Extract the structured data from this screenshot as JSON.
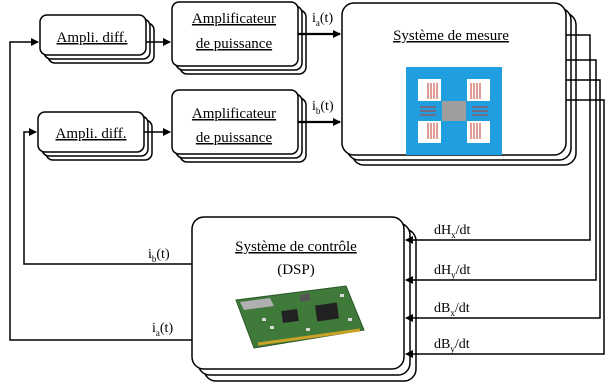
{
  "blocks": {
    "diff_amp_1": "Ampli. diff.",
    "diff_amp_2": "Ampli. diff.",
    "power_amp_1": [
      "Amplificateur",
      "de puissance"
    ],
    "power_amp_2": [
      "Amplificateur",
      "de puissance"
    ],
    "measurement_system": "Système de mesure",
    "control_system": "Système de contrôle",
    "control_system_sub": "(DSP)"
  },
  "signals": {
    "ia_out": {
      "base": "i",
      "sub": "a",
      "tail": "(t)"
    },
    "ib_out": {
      "base": "i",
      "sub": "b",
      "tail": "(t)"
    },
    "ib_feedback": {
      "base": "i",
      "sub": "b",
      "tail": "(t)"
    },
    "ia_feedback": {
      "base": "i",
      "sub": "a",
      "tail": "(t)"
    },
    "dHx": {
      "base": "dH",
      "sub": "x",
      "tail": "/dt"
    },
    "dHy": {
      "base": "dH",
      "sub": "y",
      "tail": "/dt"
    },
    "dBx": {
      "base": "dB",
      "sub": "x",
      "tail": "/dt"
    },
    "dBy": {
      "base": "dB",
      "sub": "y",
      "tail": "/dt"
    }
  },
  "colors": {
    "line": "#000000",
    "box_fill": "#ffffff",
    "sensor_frame": "#1f9fe0",
    "sensor_core": "#9e9e9e",
    "coil": "#c0392b",
    "pcb": "#3f7a3a"
  }
}
